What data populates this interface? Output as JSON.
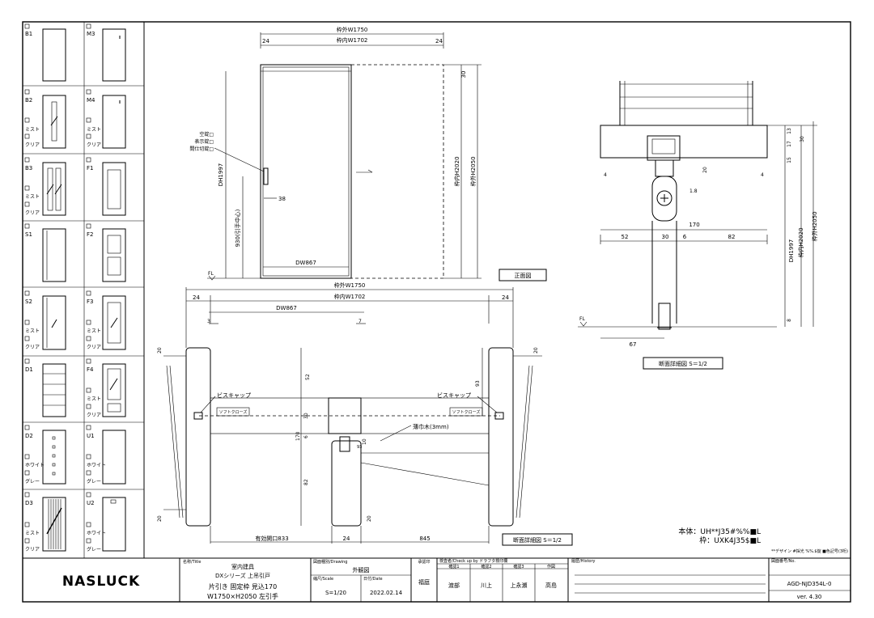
{
  "catalog": [
    {
      "code": "B1",
      "opts": []
    },
    {
      "code": "M3",
      "opts": []
    },
    {
      "code": "B2",
      "opts": [
        "ミスト",
        "クリア"
      ]
    },
    {
      "code": "M4",
      "opts": [
        "ミスト",
        "クリア"
      ]
    },
    {
      "code": "B3",
      "opts": [
        "ミスト",
        "クリア"
      ]
    },
    {
      "code": "F1",
      "opts": []
    },
    {
      "code": "S1",
      "opts": []
    },
    {
      "code": "F2",
      "opts": []
    },
    {
      "code": "S2",
      "opts": [
        "ミスト",
        "クリア"
      ]
    },
    {
      "code": "F3",
      "opts": [
        "ミスト",
        "クリア"
      ]
    },
    {
      "code": "D1",
      "opts": []
    },
    {
      "code": "F4",
      "opts": [
        "ミスト",
        "クリア"
      ]
    },
    {
      "code": "D2",
      "opts": [
        "ホワイト",
        "グレー"
      ]
    },
    {
      "code": "U1",
      "opts": [
        "ホワイト",
        "グレー"
      ]
    },
    {
      "code": "D3",
      "opts": [
        "ミスト",
        "クリア"
      ]
    },
    {
      "code": "U2",
      "opts": [
        "ホワイト",
        "グレー"
      ]
    }
  ],
  "front": {
    "outer_w": "枠外W1750",
    "inner_w": "枠内W1702",
    "d24a": "24",
    "d24b": "24",
    "d30": "30",
    "dh": "DH1997",
    "inner_h": "枠内H2020",
    "outer_h": "枠外H2050",
    "handle_h": "930(引手中心)",
    "d38": "38",
    "dw": "DW867",
    "fl": "FL",
    "lock1": "空錠□",
    "lock2": "表示錠□",
    "lock3": "間仕切錠□",
    "label": "正面図"
  },
  "plan": {
    "outer_w": "枠外W1750",
    "inner_w": "枠内W1702",
    "d24a": "24",
    "d24b": "24",
    "dw": "DW867",
    "d3": "3",
    "d7": "7",
    "d20a": "20",
    "d20b": "20",
    "d20c": "20",
    "d20d": "20",
    "d52": "52",
    "d30": "30",
    "d170": "170",
    "d6": "6",
    "d82": "82",
    "d93": "93",
    "d10": "10",
    "d93s": "93",
    "screw_l": "ビスキャップ",
    "screw_r": "ビスキャップ",
    "soft_l": "ソフトクローズ",
    "soft_r": "ソフトクローズ",
    "veneer": "薄巾木(3mm)",
    "opening": "有効開口833",
    "d24c": "24",
    "d845": "845",
    "label": "断面詳細図 S＝1/2"
  },
  "section": {
    "d13": "13",
    "d17": "17",
    "d30": "30",
    "d15": "15",
    "d20": "20",
    "d4a": "4",
    "d4b": "4",
    "d18": "1.8",
    "d170": "170",
    "d52": "52",
    "d30b": "30",
    "d6": "6",
    "d82": "82",
    "dh": "DH1997",
    "inner_h": "枠内H2020",
    "outer_h": "枠外H2050",
    "d8": "8",
    "d67": "67",
    "fl": "FL",
    "label": "断面詳細図 S＝1/2"
  },
  "spec": {
    "body": "本体：UH**J35#%%■L",
    "frame": "枠：UXK4J35$■L",
    "note": "**デザイン #採光 %%.$錠 ■色記号(3桁)"
  },
  "title": {
    "logo": "NASLUCK",
    "name_hdr": "名称/Title",
    "name1": "室内建具",
    "name2": "DXシリーズ 上吊引戸",
    "name3": "片引き 固定枠 見込170",
    "name4": "W1750×H2050 左引手",
    "drawing_hdr": "図面種別/Drawing",
    "drawing": "外観図",
    "scale_hdr": "縮尺/Scale",
    "scale": "S=1/20",
    "date_hdr": "日付/Date",
    "date": "2022.02.14",
    "dept_hdr": "承認印",
    "dept": "福庭",
    "check_hdr": "検査者/Check up by ドラフタ検印欄",
    "r1h": "確認1",
    "r2h": "確認2",
    "r3h": "確認3",
    "r4h": "作図",
    "r1": "渡部",
    "r2": "川上",
    "r3": "上永瀬",
    "r4": "高島",
    "hist_hdr": "履歴/History",
    "no_hdr": "図面番号/No.",
    "no": "AGD-NJD354L-0",
    "ver": "ver. 4.30"
  }
}
